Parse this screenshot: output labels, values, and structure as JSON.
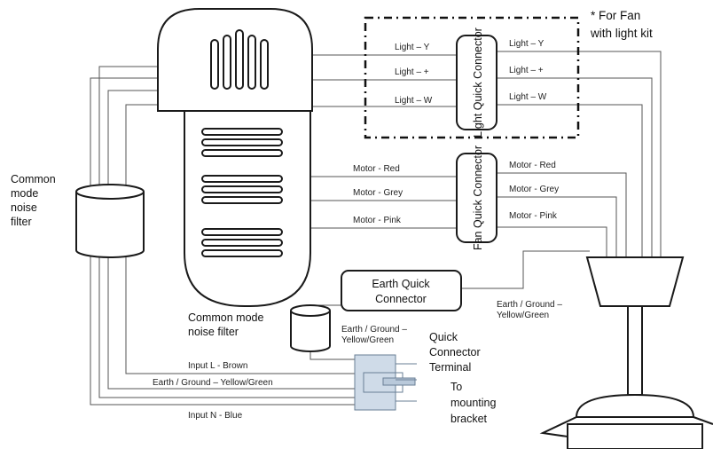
{
  "kit_note": [
    "* For Fan",
    "with light kit"
  ],
  "light_connector": "Light Quick Connector",
  "fan_connector": "Fan Quick Connector",
  "earth_connector": [
    "Earth Quick",
    "Connector"
  ],
  "light_wires_left": [
    "Light – Y",
    "Light – +",
    "Light – W"
  ],
  "light_wires_right": [
    "Light – Y",
    "Light – +",
    "Light – W"
  ],
  "motor_wires_left": [
    "Motor - Red",
    "Motor - Grey",
    "Motor - Pink"
  ],
  "motor_wires_right": [
    "Motor - Red",
    "Motor - Grey",
    "Motor - Pink"
  ],
  "filter_left": [
    "Common",
    "mode",
    "noise",
    "filter"
  ],
  "filter_bottom": [
    "Common mode",
    "noise filter"
  ],
  "earth_label_small": [
    "Earth / Ground –",
    "Yellow/Green"
  ],
  "earth_label_right": [
    "Earth / Ground –",
    "Yellow/Green"
  ],
  "terminal_label": [
    "Quick",
    "Connector",
    "Terminal"
  ],
  "bracket_label": [
    "To",
    "mounting",
    "bracket"
  ],
  "input_labels": [
    "Input L - Brown",
    "Earth / Ground – Yellow/Green",
    "Input N - Blue"
  ]
}
